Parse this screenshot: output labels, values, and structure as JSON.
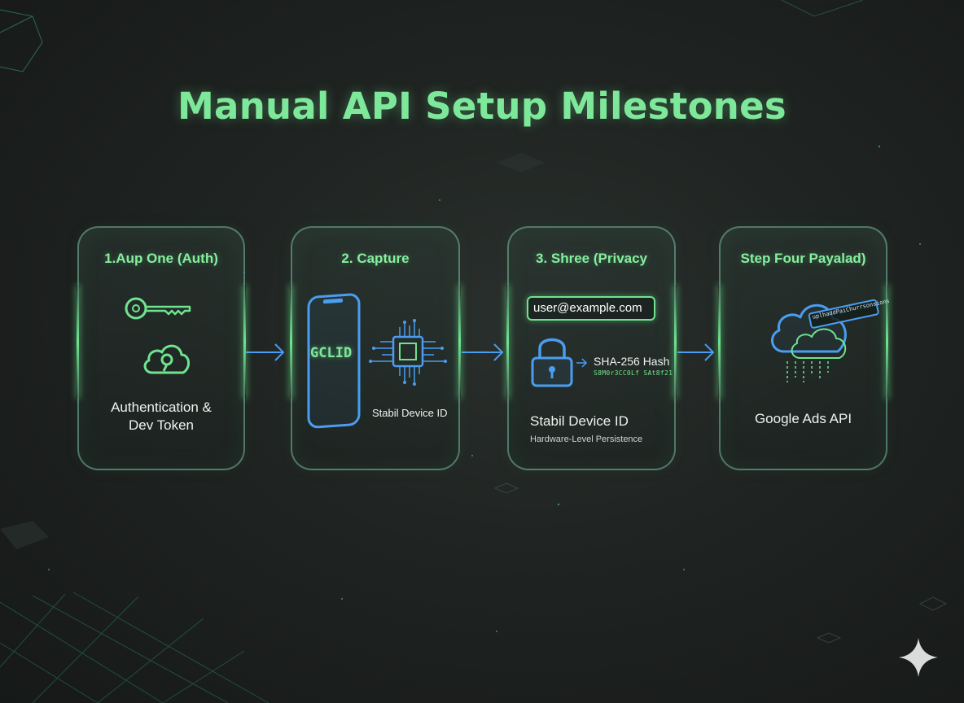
{
  "title": "Manual API Setup Milestones",
  "accent_color": "#7ee89a",
  "icon_blue": "#4a9df0",
  "cards": [
    {
      "title": "1.Aup One (Auth)",
      "text_line1": "Authentication &",
      "text_line2": "Dev Token",
      "icons": [
        "key-icon",
        "cloud-lock-icon"
      ]
    },
    {
      "title": "2. Capture",
      "phone_label": "GCLID",
      "chip_label": "Stabil Device ID",
      "icons": [
        "phone-icon",
        "chip-icon"
      ]
    },
    {
      "title": "3. Shree (Privacy",
      "email_value": "user@example.com",
      "hash_label": "SHA-256 Hash",
      "hash_value": "S8M0r3CC0Lf SAt8f21",
      "main_text": "Stabil Device ID",
      "sub_text": "Hardware-Level Persistence",
      "icons": [
        "padlock-icon"
      ]
    },
    {
      "title": "Step Four Payalad)",
      "payload_label": "uplhaddPaiChurrsonsions",
      "main_text": "Google Ads API",
      "icons": [
        "cloud-upload-icon"
      ]
    }
  ]
}
